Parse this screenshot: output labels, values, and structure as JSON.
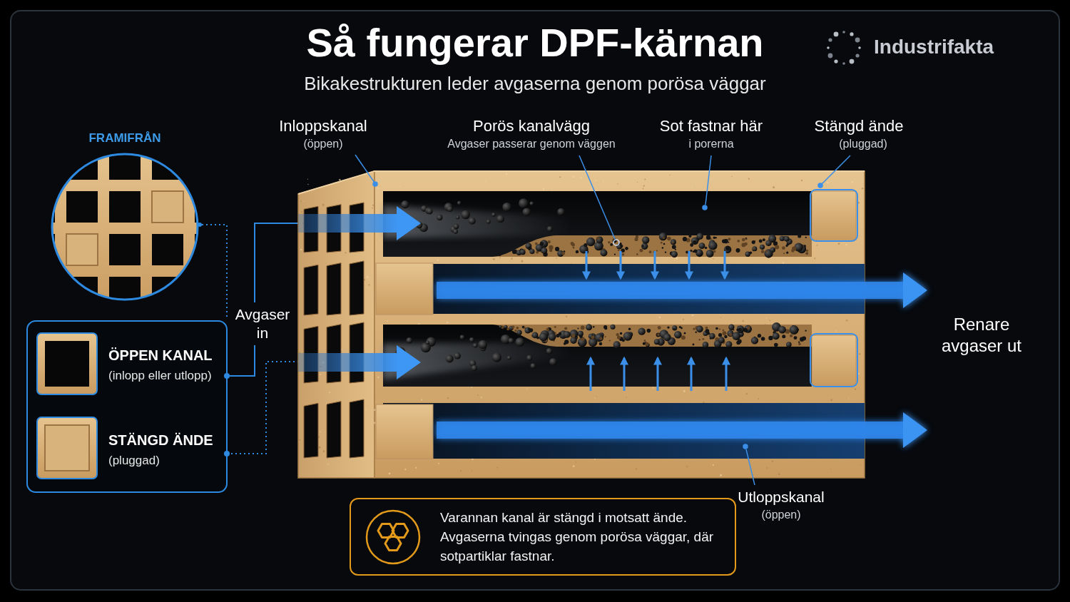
{
  "diagram": {
    "title": "Så fungerar DPF-kärnan",
    "caption": "Bikakestrukturen leder avgaserna genom porösa väggar",
    "nodes": [
      {
        "text": [
          "Varannan kanal är stängd i motsatt ände. Avgaserna tvingas genom porösa väggar, där sotpartiklar fastnar."
        ]
      }
    ],
    "labels": [
      "Industrifakta",
      "FRAMIFRÅN",
      "(inlopp eller utlopp)",
      "(pluggad)",
      "Avgaser in",
      "Inloppskanal",
      "(öppen)",
      "Porös kanalvägg",
      "Avgaser passerar genom väggen",
      "Sot fastnar här",
      "i porerna",
      "Stängd ände",
      "(pluggad)",
      "Renare avgaser ut",
      "Utloppskanal",
      "(öppen)"
    ],
    "legend": [
      {
        "text": "ÖPPEN KANAL"
      },
      {
        "text": "STÄNGD ÄNDE"
      }
    ]
  }
}
